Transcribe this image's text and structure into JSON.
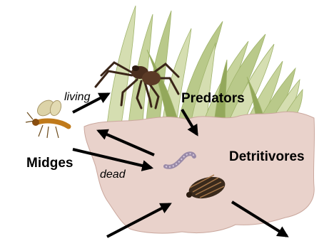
{
  "labels": {
    "predators": "Predators",
    "detritivores": "Detritivores",
    "midges": "Midges",
    "living": "living",
    "dead": "dead"
  },
  "colors": {
    "soil": "#e9d2cb",
    "soil_edge": "#caa79d",
    "grass_light": "#d5deb1",
    "grass_mid": "#b9c98a",
    "grass_dark": "#93a85b",
    "arrow": "#000000"
  },
  "icons": [
    "spider-icon",
    "midge-icon",
    "worm-icon",
    "pillbug-icon"
  ]
}
